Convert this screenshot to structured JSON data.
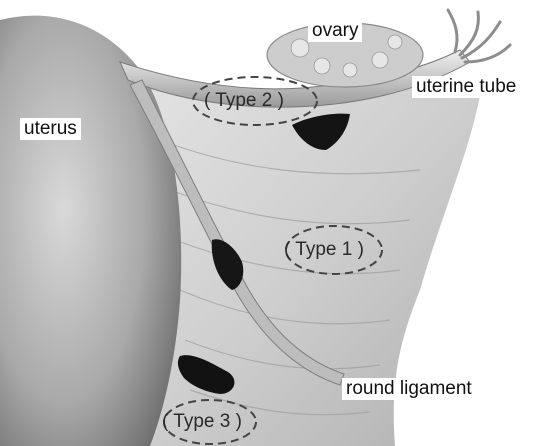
{
  "labels": {
    "ovary": "ovary",
    "uterine_tube": "uterine tube",
    "uterus": "uterus",
    "round_ligament": "round ligament"
  },
  "defects": {
    "type1": "( Type 1 )",
    "type2": "( Type 2 )",
    "type3": "( Type 3 )"
  }
}
